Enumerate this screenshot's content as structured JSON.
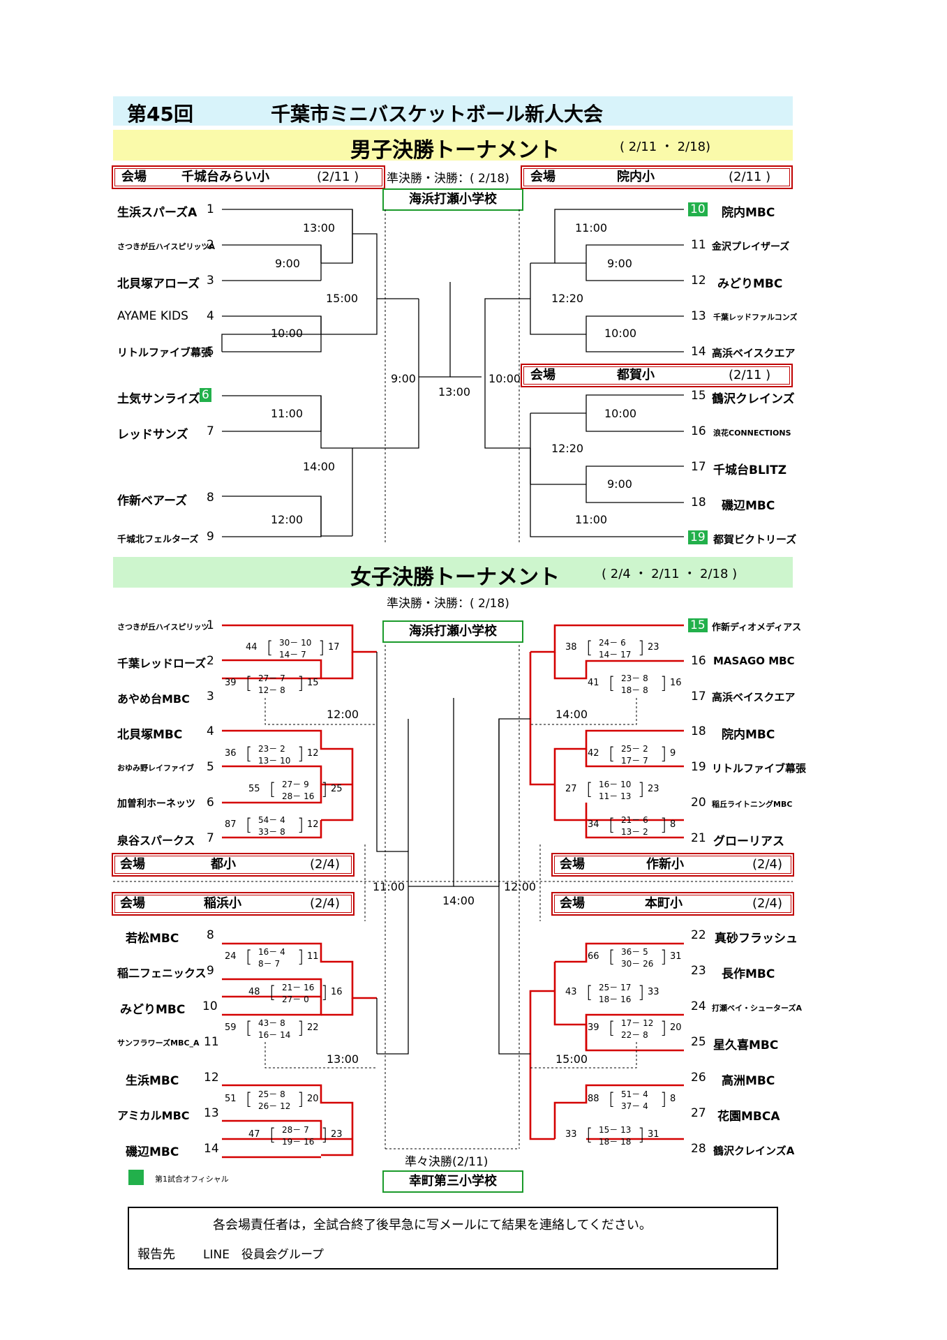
{
  "header": {
    "edition": "第45回",
    "event": "千葉市ミニバスケットボール新人大会"
  },
  "boys": {
    "title": "男子決勝トーナメント",
    "dates": "( 2/11 ・ 2/18)",
    "venue_label": "会場",
    "left_venue": {
      "name": "千城台みらい小",
      "date": "(2/11 )"
    },
    "semifinal_note": "準決勝・決勝：( 2/18)",
    "center_venue": "海浜打瀬小学校",
    "right_venue_top": {
      "name": "院内小",
      "date": "(2/11 )"
    },
    "right_venue_mid": {
      "name": "都賀小",
      "date": "(2/11 )"
    },
    "left_teams": [
      {
        "seed": "1",
        "name": "生浜スパーズA"
      },
      {
        "seed": "2",
        "name": "さつきが丘ハイスピリッツA"
      },
      {
        "seed": "3",
        "name": "北貝塚アローズ"
      },
      {
        "seed": "4",
        "name": "AYAME KIDS"
      },
      {
        "seed": "5",
        "name": "リトルファイブ幕張"
      },
      {
        "seed": "6",
        "name": "土気サンライズ"
      },
      {
        "seed": "7",
        "name": "レッドサンズ"
      },
      {
        "seed": "8",
        "name": "作新ベアーズ"
      },
      {
        "seed": "9",
        "name": "千城北フェルターズ"
      }
    ],
    "right_teams": [
      {
        "seed": "10",
        "name": "院内MBC"
      },
      {
        "seed": "11",
        "name": "金沢プレイザーズ"
      },
      {
        "seed": "12",
        "name": "みどりMBC"
      },
      {
        "seed": "13",
        "name": "千葉レッドファルコンズ"
      },
      {
        "seed": "14",
        "name": "高浜ベイスクエア"
      },
      {
        "seed": "15",
        "name": "鶴沢クレインズ"
      },
      {
        "seed": "16",
        "name": "浪花CONNECTIONS"
      },
      {
        "seed": "17",
        "name": "千城台BLITZ"
      },
      {
        "seed": "18",
        "name": "磯辺MBC"
      },
      {
        "seed": "19",
        "name": "都賀ビクトリーズ"
      }
    ],
    "times": {
      "l_1300": "13:00",
      "l_900": "9:00",
      "l_1500": "15:00",
      "l_1000": "10:00",
      "l_1100": "11:00",
      "l_1400": "14:00",
      "l_1200": "12:00",
      "c_900": "9:00",
      "c_1300": "13:00",
      "c_1000": "10:00",
      "r_1100a": "11:00",
      "r_900a": "9:00",
      "r_1220a": "12:20",
      "r_1000a": "10:00",
      "r_1000b": "10:00",
      "r_1220b": "12:20",
      "r_900b": "9:00",
      "r_1100b": "11:00"
    }
  },
  "girls": {
    "title": "女子決勝トーナメント",
    "dates": "( 2/4 ・ 2/11 ・ 2/18 )",
    "semifinal_note": "準決勝・決勝：( 2/18)",
    "center_venue": "海浜打瀬小学校",
    "qf_note": "準々決勝(2/11)",
    "qf_venue": "幸町第三小学校",
    "venue_label": "会場",
    "venue_miyako": {
      "name": "都小",
      "date": "(2/4)"
    },
    "venue_sakushin": {
      "name": "作新小",
      "date": "(2/4)"
    },
    "venue_inahama": {
      "name": "稲浜小",
      "date": "(2/4)"
    },
    "venue_honcho": {
      "name": "本町小",
      "date": "(2/4)"
    },
    "left_teams": [
      {
        "seed": "1",
        "name": "さつきが丘ハイスピリッツ"
      },
      {
        "seed": "2",
        "name": "千葉レッドローズ"
      },
      {
        "seed": "3",
        "name": "あやめ台MBC"
      },
      {
        "seed": "4",
        "name": "北貝塚MBC"
      },
      {
        "seed": "5",
        "name": "おゆみ野レイファイブ"
      },
      {
        "seed": "6",
        "name": "加曽利ホーネッツ"
      },
      {
        "seed": "7",
        "name": "泉谷スパークス"
      },
      {
        "seed": "8",
        "name": "若松MBC"
      },
      {
        "seed": "9",
        "name": "稲二フェニックス"
      },
      {
        "seed": "10",
        "name": "みどりMBC"
      },
      {
        "seed": "11",
        "name": "サンフラワーズMBC_A"
      },
      {
        "seed": "12",
        "name": "生浜MBC"
      },
      {
        "seed": "13",
        "name": "アミカルMBC"
      },
      {
        "seed": "14",
        "name": "磯辺MBC"
      }
    ],
    "right_teams": [
      {
        "seed": "15",
        "name": "作新ディオメディアス"
      },
      {
        "seed": "16",
        "name": "MASAGO MBC"
      },
      {
        "seed": "17",
        "name": "高浜ベイスクエア"
      },
      {
        "seed": "18",
        "name": "院内MBC"
      },
      {
        "seed": "19",
        "name": "リトルファイブ幕張"
      },
      {
        "seed": "20",
        "name": "稲丘ライトニングMBC"
      },
      {
        "seed": "21",
        "name": "グローリアス"
      },
      {
        "seed": "22",
        "name": "真砂フラッシュ"
      },
      {
        "seed": "23",
        "name": "長作MBC"
      },
      {
        "seed": "24",
        "name": "打瀬ベイ・シューターズA"
      },
      {
        "seed": "25",
        "name": "星久喜MBC"
      },
      {
        "seed": "26",
        "name": "高洲MBC"
      },
      {
        "seed": "27",
        "name": "花園MBCA"
      },
      {
        "seed": "28",
        "name": "鶴沢クレインズA"
      }
    ],
    "times": {
      "l_1200": "12:00",
      "r_1400a": "14:00",
      "l_1100": "11:00",
      "c_1400": "14:00",
      "r_1200": "12:00",
      "l_1300": "13:00",
      "r_1500": "15:00"
    },
    "scores": [
      {
        "a": "44",
        "q1": "30－ 10",
        "q2": "14－ 7",
        "b": "17"
      },
      {
        "a": "39",
        "q1": "27－ 7",
        "q2": "12－ 8",
        "b": "15"
      },
      {
        "a": "36",
        "q1": "23－ 2",
        "q2": "13－ 10",
        "b": "12"
      },
      {
        "a": "55",
        "q1": "27－ 9",
        "q2": "28－ 16",
        "b": "25"
      },
      {
        "a": "87",
        "q1": "54－ 4",
        "q2": "33－ 8",
        "b": "12"
      },
      {
        "a": "24",
        "q1": "16－ 4",
        "q2": "8－ 7",
        "b": "11"
      },
      {
        "a": "48",
        "q1": "21－ 16",
        "q2": "27－ 0",
        "b": "16"
      },
      {
        "a": "59",
        "q1": "43－ 8",
        "q2": "16－ 14",
        "b": "22"
      },
      {
        "a": "51",
        "q1": "25－ 8",
        "q2": "26－ 12",
        "b": "20"
      },
      {
        "a": "47",
        "q1": "28－ 7",
        "q2": "19－ 16",
        "b": "23"
      },
      {
        "a": "38",
        "q1": "24－ 6",
        "q2": "14－ 17",
        "b": "23"
      },
      {
        "a": "41",
        "q1": "23－ 8",
        "q2": "18－ 8",
        "b": "16"
      },
      {
        "a": "42",
        "q1": "25－ 2",
        "q2": "17－ 7",
        "b": "9"
      },
      {
        "a": "27",
        "q1": "16－ 10",
        "q2": "11－ 13",
        "b": "23"
      },
      {
        "a": "34",
        "q1": "21－ 6",
        "q2": "13－ 2",
        "b": "8"
      },
      {
        "a": "66",
        "q1": "36－ 5",
        "q2": "30－ 26",
        "b": "31"
      },
      {
        "a": "43",
        "q1": "25－ 17",
        "q2": "18－ 16",
        "b": "33"
      },
      {
        "a": "39",
        "q1": "17－ 12",
        "q2": "22－ 8",
        "b": "20"
      },
      {
        "a": "88",
        "q1": "51－ 4",
        "q2": "37－ 4",
        "b": "8"
      },
      {
        "a": "33",
        "q1": "15－ 13",
        "q2": "18－ 18",
        "b": "31"
      }
    ]
  },
  "legend": {
    "label": "第1試合オフィシャル",
    "color": "#22b04b"
  },
  "notice": {
    "message": "各会場責任者は，全試合終了後早急に写メールにて結果を連絡してください。",
    "report_label": "報告先",
    "report_value": "LINE　役員会グループ"
  },
  "colors": {
    "winner_line": "#d40000",
    "venue_border": "#c00000",
    "center_border": "#1a9a2a"
  }
}
